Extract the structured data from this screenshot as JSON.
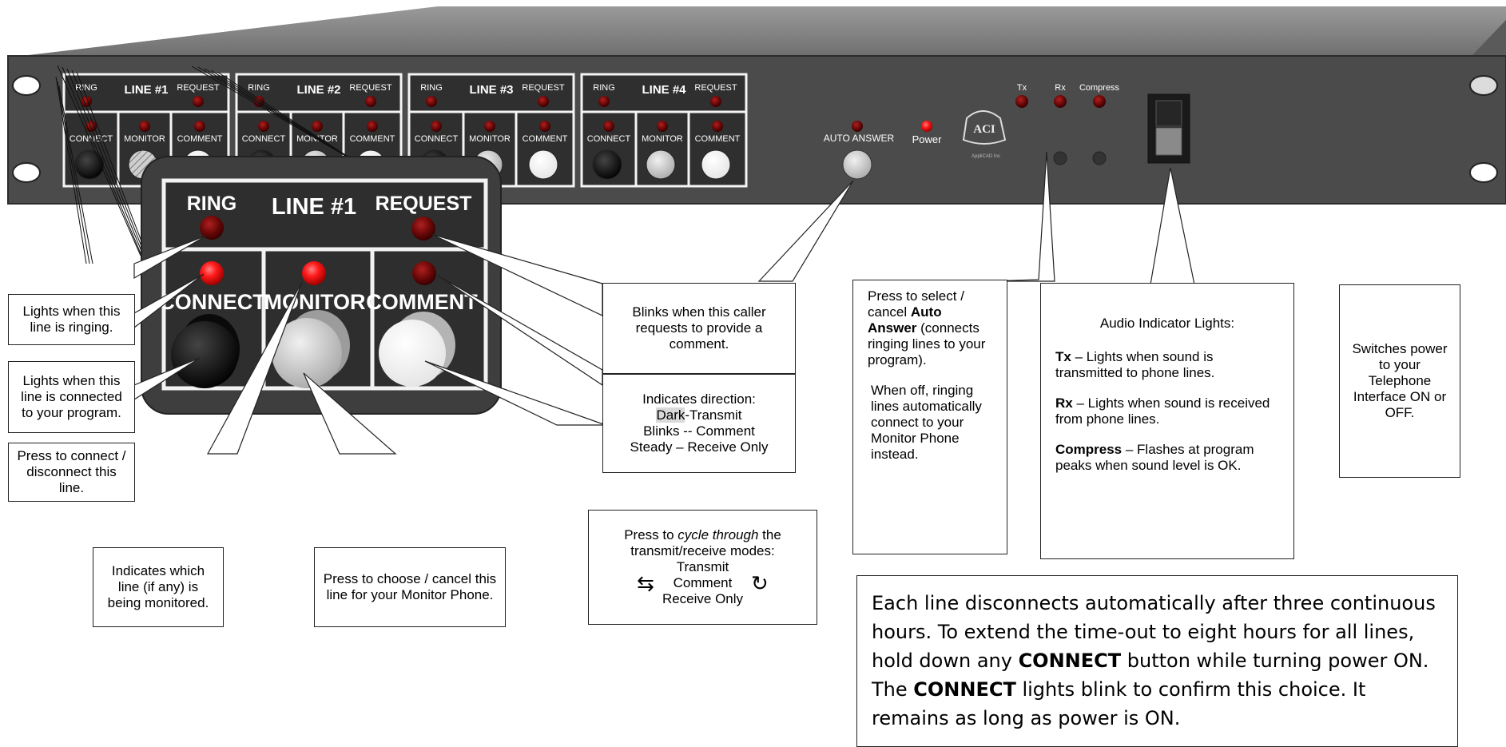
{
  "panel": {
    "lines": [
      {
        "title": "LINE #1",
        "ring": "RING",
        "request": "REQUEST",
        "connect": "CONNECT",
        "monitor": "MONITOR",
        "comment": "COMMENT"
      },
      {
        "title": "LINE #2",
        "ring": "RING",
        "request": "REQUEST",
        "connect": "CONNECT",
        "monitor": "MONITOR",
        "comment": "COMMENT"
      },
      {
        "title": "LINE #3",
        "ring": "RING",
        "request": "REQUEST",
        "connect": "CONNECT",
        "monitor": "MONITOR",
        "comment": "COMMENT"
      },
      {
        "title": "LINE #4",
        "ring": "RING",
        "request": "REQUEST",
        "connect": "CONNECT",
        "monitor": "MONITOR",
        "comment": "COMMENT"
      }
    ],
    "auto_answer": "AUTO ANSWER",
    "power": "Power",
    "tx": "Tx",
    "rx": "Rx",
    "compress": "Compress",
    "logo": "ACI",
    "logo_sub": "AppliCAD Inc",
    "colors": {
      "panel": "#4a4a4a",
      "top": "#7a7a7a",
      "led_off": "#7a0a0a",
      "led_on": "#ff2a2a"
    }
  },
  "zoom": {
    "title": "LINE #1",
    "ring": "RING",
    "request": "REQUEST",
    "connect": "CONNECT",
    "monitor": "MONITOR",
    "comment": "COMMENT"
  },
  "callouts": {
    "ring": "Lights when this line is ringing.",
    "connect_light": "Lights when this line is connected to your program.",
    "connect_press": "Press to connect / disconnect this line.",
    "monitor_light": "Indicates which line (if any) is being monitored.",
    "monitor_press": "Press to choose / cancel this line for your Monitor Phone.",
    "request": "Blinks when this caller requests to provide a comment.",
    "direction": {
      "line1": "Indicates direction:",
      "dark": "Dark",
      "transmit": "-Transmit",
      "blinks": "Blinks -- Comment",
      "steady": "Steady – Receive Only"
    },
    "cycle": {
      "pre": "Press to ",
      "em": "cycle through",
      "post": " the transmit/receive modes:",
      "m1": "Transmit",
      "m2": "Comment",
      "m3": "Receive Only"
    },
    "auto": {
      "pre": "Press to select / cancel ",
      "bold": "Auto Answer",
      "post": " (connects ringing lines to your program).",
      "off": "When off, ringing lines automatically connect to your Monitor Phone instead."
    },
    "audio": {
      "title": "Audio Indicator Lights:",
      "tx_b": "Tx",
      "tx": " – Lights when sound is transmitted to phone lines.",
      "rx_b": "Rx",
      "rx": " – Lights when sound is received from phone lines.",
      "comp_b": "Compress",
      "comp": " – Flashes at program peaks when sound level is OK."
    },
    "power_switch": "Switches power to your Telephone Interface ON or OFF.",
    "note": {
      "a": "Each line disconnects automatically after three continuous hours.  To extend the time-out to eight hours for all lines, hold down any ",
      "b1": "CONNECT",
      "c": " button while turning power ON.   The ",
      "b2": "CONNECT",
      "d": " lights blink to confirm this choice.  It remains as long as power is ON."
    }
  }
}
